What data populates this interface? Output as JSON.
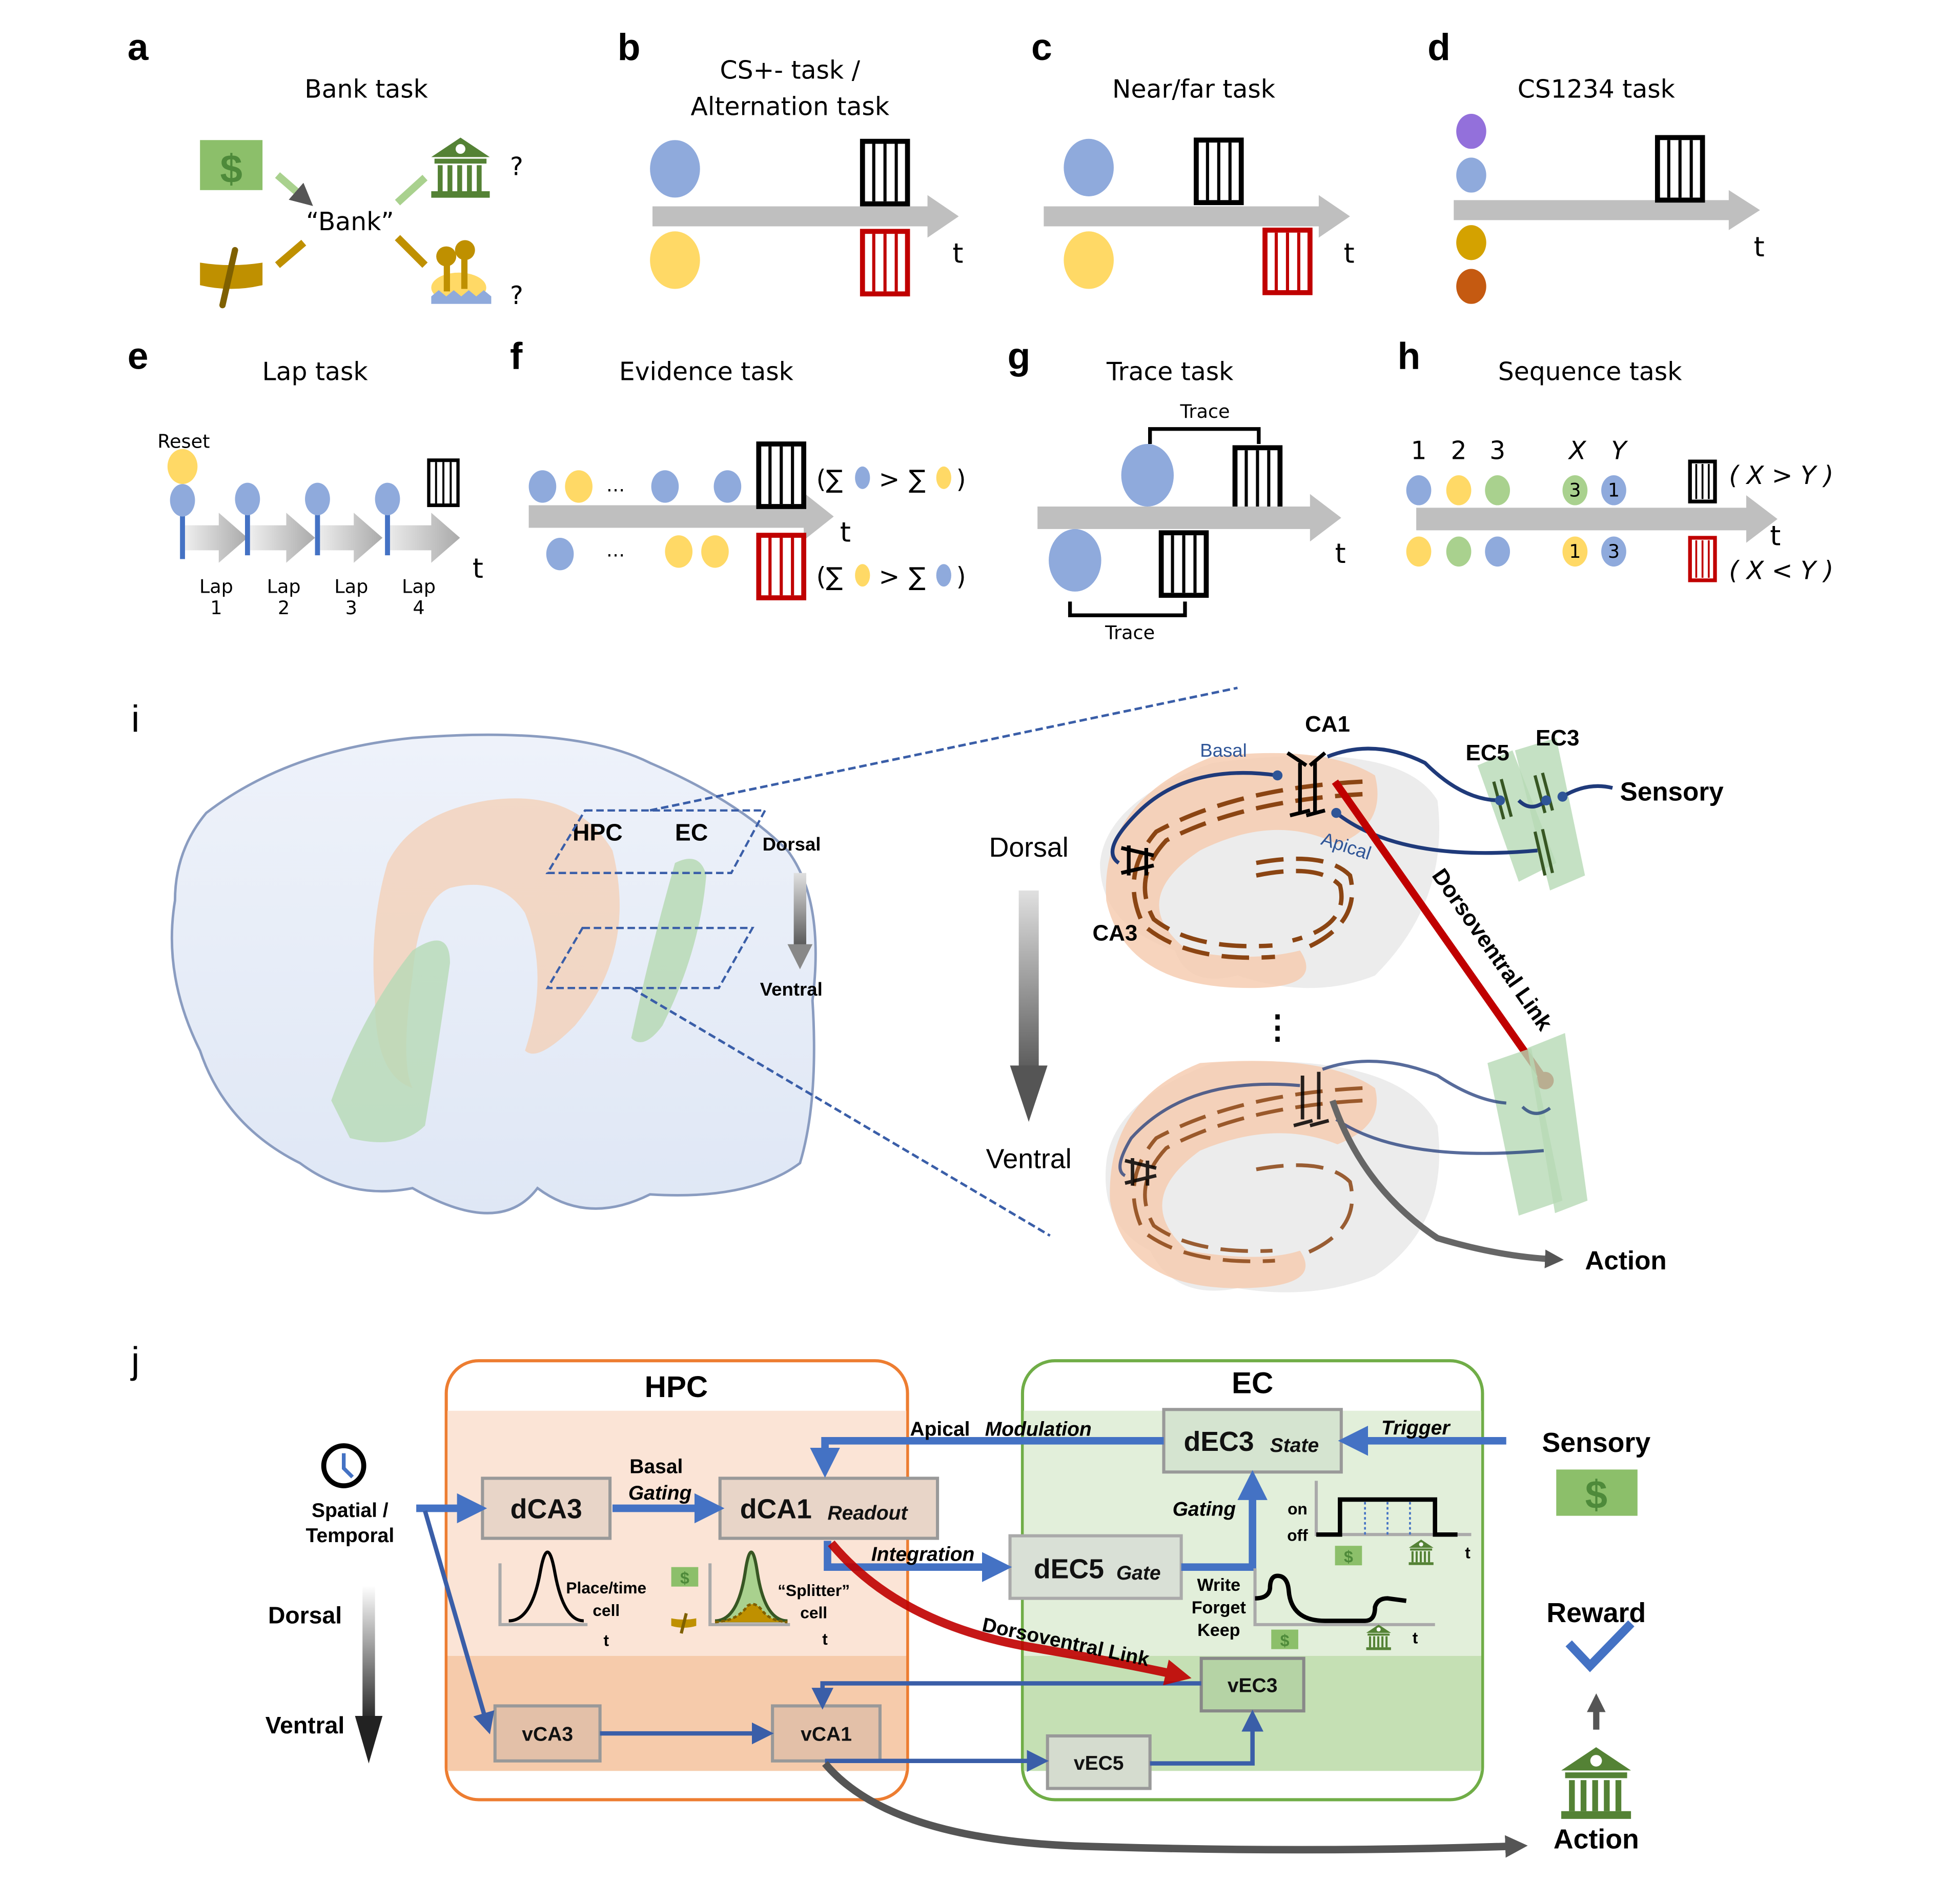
{
  "panels": {
    "a": {
      "letter": "a",
      "title": "Bank task",
      "center_word": "“Bank”",
      "question": "?",
      "icons": [
        "money-icon",
        "bank-building-icon",
        "canoe-icon",
        "island-icon"
      ]
    },
    "b": {
      "letter": "b",
      "title_line1": "CS+- task /",
      "title_line2": "Alternation task",
      "t": "t"
    },
    "c": {
      "letter": "c",
      "title": "Near/far task",
      "t": "t"
    },
    "d": {
      "letter": "d",
      "title": "CS1234 task",
      "t": "t"
    },
    "e": {
      "letter": "e",
      "title": "Lap task",
      "reset": "Reset",
      "laps": [
        {
          "label": "Lap",
          "num": "1"
        },
        {
          "label": "Lap",
          "num": "2"
        },
        {
          "label": "Lap",
          "num": "3"
        },
        {
          "label": "Lap",
          "num": "4"
        }
      ],
      "t": "t"
    },
    "f": {
      "letter": "f",
      "title": "Evidence task",
      "ellipsis": "…",
      "rule_top_open": "(∑",
      "rule_gt": ">",
      "rule_sum": "∑",
      "rule_close": ")",
      "t": "t"
    },
    "g": {
      "letter": "g",
      "title": "Trace task",
      "trace": "Trace",
      "t": "t"
    },
    "h": {
      "letter": "h",
      "title": "Sequence task",
      "seq_labels": [
        "1",
        "2",
        "3"
      ],
      "x": "X",
      "y": "Y",
      "top_nums": [
        "3",
        "1"
      ],
      "bottom_nums": [
        "1",
        "3"
      ],
      "rule_top": "( X > Y )",
      "rule_bottom": "( X < Y )",
      "t": "t"
    },
    "i": {
      "letter": "i",
      "brain": {
        "hpc": "HPC",
        "ec": "EC",
        "dorsal": "Dorsal",
        "ventral": "Ventral"
      },
      "axis": {
        "dorsal": "Dorsal",
        "ventral": "Ventral"
      },
      "circuit": {
        "ca1": "CA1",
        "ca3": "CA3",
        "ec5": "EC5",
        "ec3": "EC3",
        "basal": "Basal",
        "apical": "Apical",
        "sensory": "Sensory",
        "dorsoventral_link": "Dorsoventral Link",
        "action": "Action",
        "vdots": "⋮"
      }
    },
    "j": {
      "letter": "j",
      "hpc_title": "HPC",
      "ec_title": "EC",
      "spatial": "Spatial /",
      "temporal": "Temporal",
      "dorsal": "Dorsal",
      "ventral": "Ventral",
      "dca3": "dCA3",
      "basal": "Basal",
      "gating_basal": "Gating",
      "dca1": "dCA1",
      "readout": "Readout",
      "apical": "Apical",
      "modulation": "Modulation",
      "dec3": "dEC3",
      "state": "State",
      "trigger": "Trigger",
      "sensory": "Sensory",
      "integration": "Integration",
      "dec5": "dEC5",
      "gate": "Gate",
      "gating_ec": "Gating",
      "on": "on",
      "off": "off",
      "write": "Write",
      "forget": "Forget",
      "keep": "Keep",
      "place_time": "Place/time",
      "cell": "cell",
      "splitter": "“Splitter”",
      "t": "t",
      "dorsoventral_link": "Dorsoventral Link",
      "vca3": "vCA3",
      "vca1": "vCA1",
      "vec3": "vEC3",
      "vec5": "vEC5",
      "reward": "Reward",
      "action": "Action",
      "dollar": "$"
    }
  },
  "colors": {
    "blue_stim": "#8faadc",
    "yellow_stim": "#ffd966",
    "green_stim": "#a9d18e",
    "purple_stim": "#9370db",
    "gold_stim": "#d4a200",
    "orange_stim": "#c55a11",
    "arrow_gray": "#bfbfbf",
    "reward_black": "#000000",
    "reward_red": "#c00000",
    "hpc_orange": "#ed7d31",
    "ec_green": "#70ad47",
    "link_red": "#c00000",
    "pathway_blue": "#4472c4"
  }
}
